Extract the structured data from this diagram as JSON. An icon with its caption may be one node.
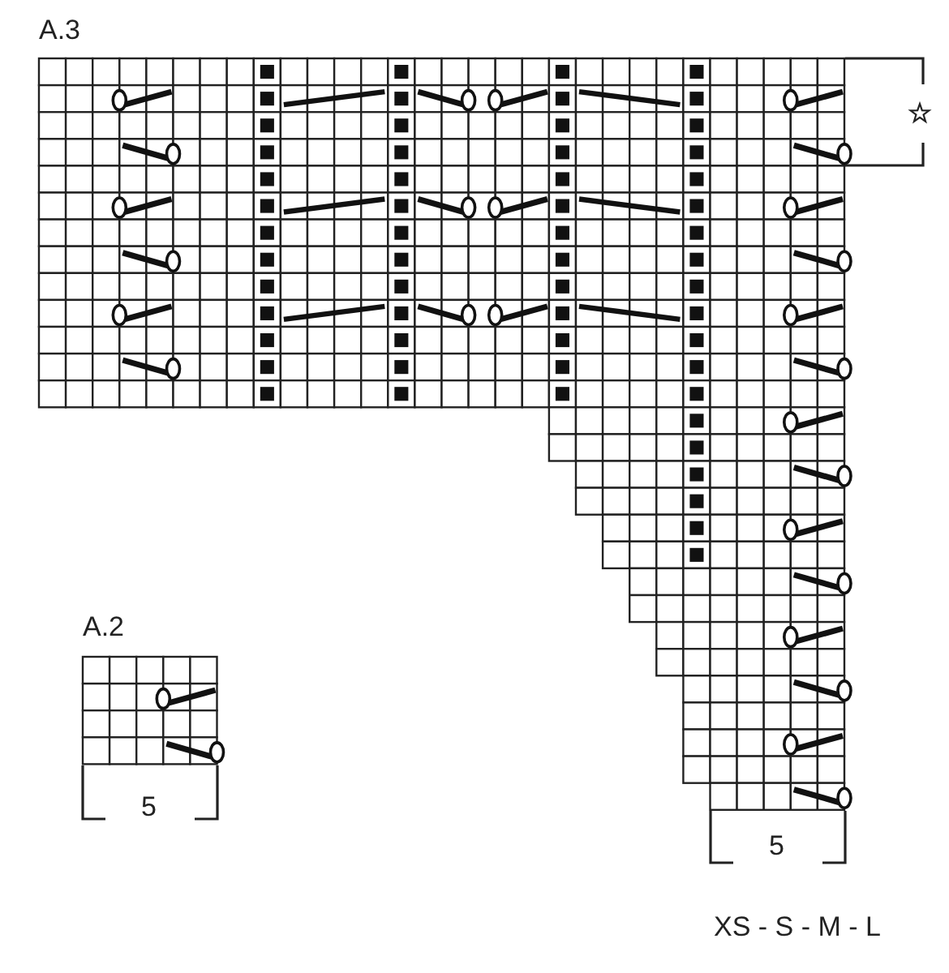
{
  "diagram": {
    "labels": [
      "A.3",
      "A.2",
      "5",
      "5",
      "XS - S - M - L"
    ]
  }
}
